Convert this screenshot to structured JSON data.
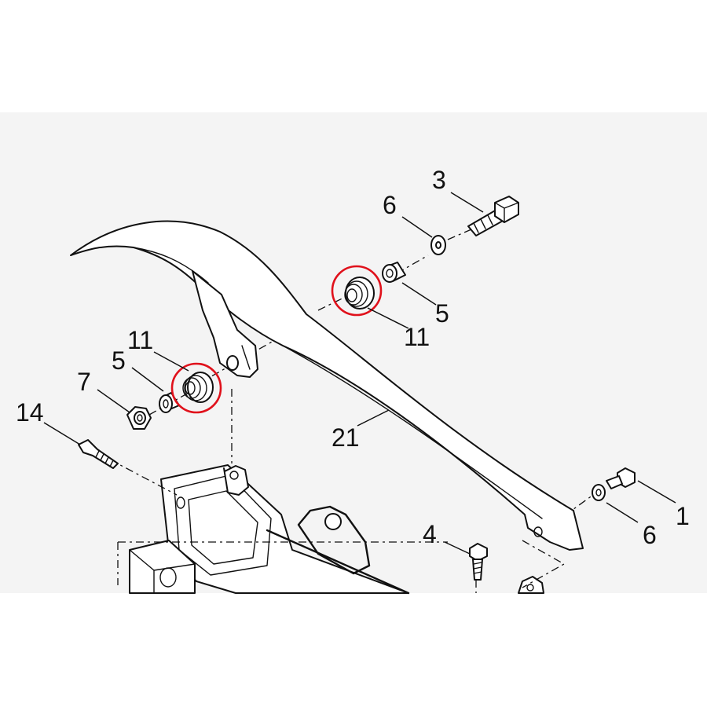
{
  "diagram": {
    "callouts": {
      "c1": "1",
      "c3": "3",
      "c4": "4",
      "c5a": "5",
      "c5b": "5",
      "c6a": "6",
      "c6b": "6",
      "c7": "7",
      "c11a": "11",
      "c11b": "11",
      "c14": "14",
      "c21": "21"
    },
    "highlight_color": "#e0111b",
    "background_color": "#f4f4f4",
    "highlighted_parts": [
      "11",
      "11"
    ]
  }
}
